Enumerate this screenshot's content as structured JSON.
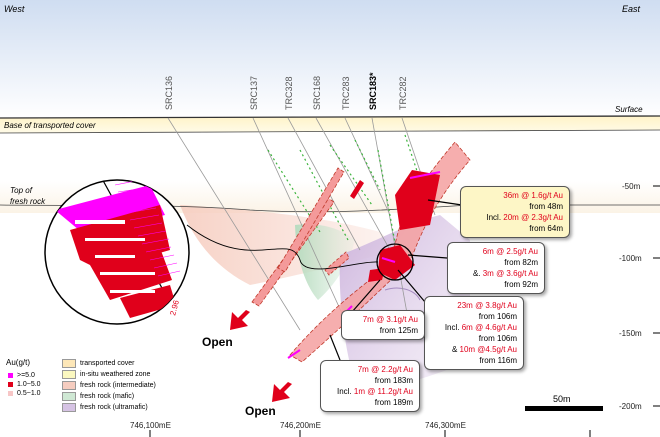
{
  "header": {
    "west": "West",
    "east": "East"
  },
  "holes": [
    "SRC136",
    "SRC137",
    "TRC328",
    "SRC168",
    "TRC283",
    "SRC183*",
    "TRC282"
  ],
  "surface_labels": {
    "surface": "Surface",
    "base_cover": "Base of transported cover",
    "top_fresh_1": "Top of",
    "top_fresh_2": "fresh rock"
  },
  "depth_labels": [
    "-50m",
    "-100m",
    "-150m",
    "-200m"
  ],
  "easting_labels": [
    "746,100mE",
    "746,200mE",
    "746,300mE"
  ],
  "open_labels": [
    "Open",
    "Open"
  ],
  "scale_label": "50m",
  "inset_value": "2.96",
  "callouts": {
    "c1": {
      "line1": "36m @ 1.6g/t Au",
      "line2": "from 48m",
      "line3_pre": "Incl. ",
      "line3": "20m @ 2.3g/t Au",
      "line4": "from 64m"
    },
    "c2": {
      "line1": "6m @ 2.5g/t Au",
      "line2": "from 82m",
      "line3_pre": "&. ",
      "line3": "3m @ 3.6g/t Au",
      "line4": "from 92m"
    },
    "c3": {
      "line1": "23m @ 3.8g/t Au",
      "line2": "from 106m",
      "line3_pre": "Incl. ",
      "line3": "6m @ 4.6g/t Au",
      "line4": "from 106m",
      "line5_pre": "& ",
      "line5": "10m @4.5g/t Au",
      "line6": "from 116m"
    },
    "c4": {
      "line1": "7m @ 3.1g/t Au",
      "line2": "from 125m"
    },
    "c5": {
      "line1": "7m @ 2.2g/t Au",
      "line2": "from 183m",
      "line3_pre": "Incl. ",
      "line3": "1m @ 11.2g/t Au",
      "line4": "from 189m"
    }
  },
  "legend": {
    "title": "Au(g/t)",
    "grades": [
      {
        "label": ">=5.0",
        "color": "#ff00ff"
      },
      {
        "label": "1.0~5.0",
        "color": "#e0001b"
      },
      {
        "label": "0.5~1.0",
        "color": "#f7c6c6"
      }
    ],
    "zones": [
      {
        "label": "transported cover",
        "color": "#fde7b8"
      },
      {
        "label": "in-situ weathered zone",
        "color": "#fbf8c0"
      },
      {
        "label": "fresh rock (intermediate)",
        "color": "#f6cdc0"
      },
      {
        "label": "fresh rock (mafic)",
        "color": "#cfe8d4"
      },
      {
        "label": "fresh rock (ultramafic)",
        "color": "#d6c3e4"
      }
    ]
  },
  "colors": {
    "sky": "#dfe9f6",
    "mineral": "#e0001b",
    "high_grade": "#ff00ff",
    "ultramafic": "#d6c3e4",
    "mafic": "#cfe8d4",
    "intermediate": "#f6cdc0",
    "weathered": "#fbf8c0",
    "cover": "#fde7b8"
  }
}
